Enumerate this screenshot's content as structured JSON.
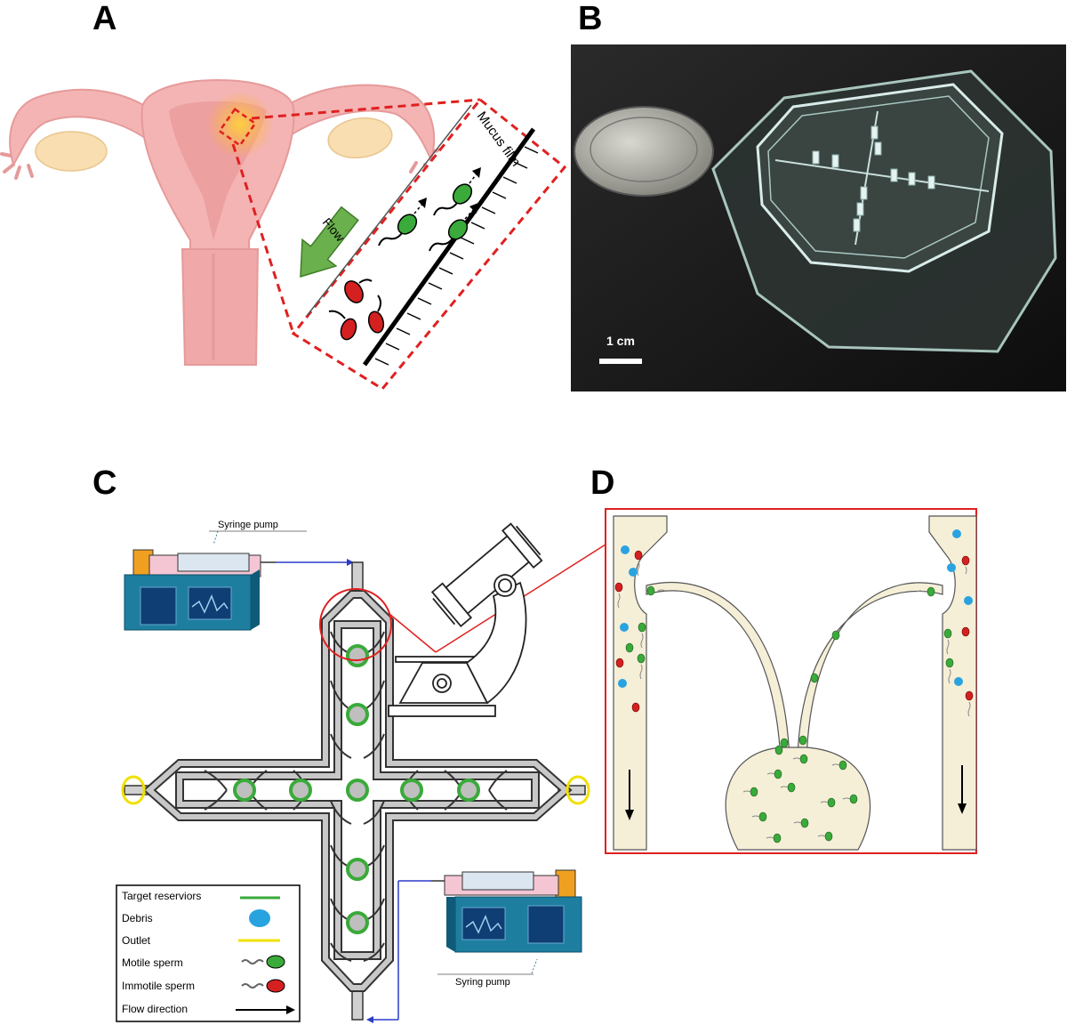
{
  "panels": {
    "a": {
      "letter": "A",
      "flow_label": "Flow",
      "mucus_label": "Mucus film"
    },
    "b": {
      "letter": "B",
      "scale_label": "1 cm"
    },
    "c": {
      "letter": "C",
      "pump_top_label": "Syringe pump",
      "pump_bottom_label": "Syring pump",
      "legend": [
        {
          "label": "Target reserviors",
          "symbol": "green-line"
        },
        {
          "label": "Debris",
          "symbol": "blue-dot"
        },
        {
          "label": "Outlet",
          "symbol": "yellow-line"
        },
        {
          "label": "Motile sperm",
          "symbol": "green-sperm"
        },
        {
          "label": "Immotile sperm",
          "symbol": "red-sperm"
        },
        {
          "label": "Flow direction",
          "symbol": "arrow"
        }
      ]
    },
    "d": {
      "letter": "D"
    }
  },
  "colors": {
    "uterus": "#f4b4b4",
    "ovary": "#f8deb0",
    "motile": "#3aaa3a",
    "immotile": "#d42020",
    "debris": "#29a3e0",
    "outlet": "#f0e000",
    "inset_frame": "#e02020",
    "channel_fill": "#f5efd8"
  }
}
